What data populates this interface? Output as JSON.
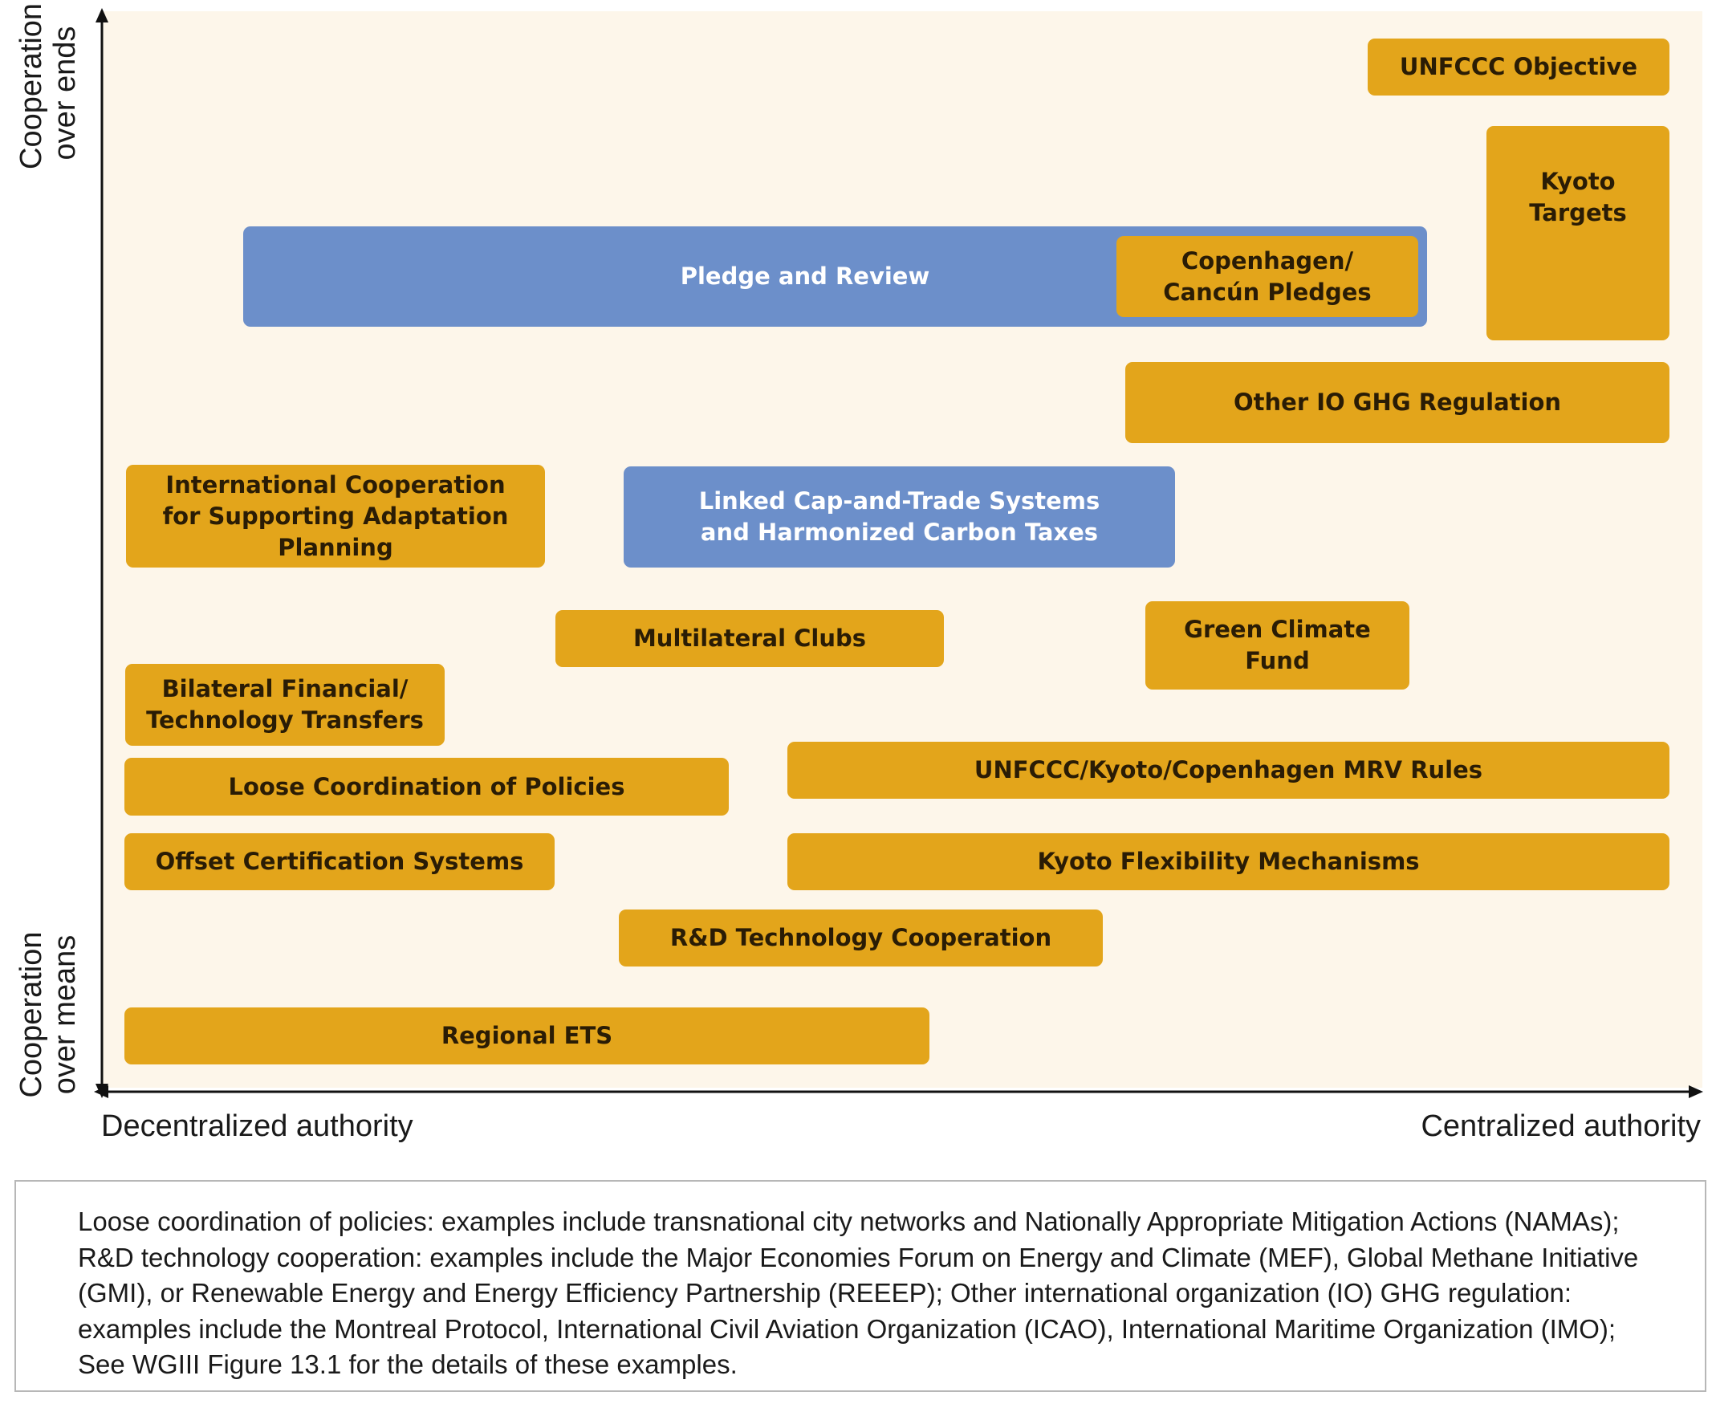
{
  "axes": {
    "y_top_label": "Cooperation\nover ends",
    "y_bottom_label": "Cooperation\nover means",
    "x_left_label": "Decentralized authority",
    "x_right_label": "Centralized authority"
  },
  "boxes": {
    "unfccc_objective": "UNFCCC Objective",
    "kyoto_targets": "Kyoto\nTargets",
    "pledge_review": "Pledge and Review",
    "copenhagen_pledges": "Copenhagen/\nCancún Pledges",
    "other_io": "Other IO GHG Regulation",
    "intl_coop": "International Cooperation\nfor Supporting Adaptation Planning",
    "linked_cap": "Linked Cap-and-Trade Systems\nand Harmonized Carbon Taxes",
    "multilateral_clubs": "Multilateral Clubs",
    "green_climate": "Green Climate\nFund",
    "bilateral": "Bilateral Financial/\nTechnology Transfers",
    "loose_coordination": "Loose Coordination of Policies",
    "mrv_rules": "UNFCCC/Kyoto/Copenhagen MRV Rules",
    "offset_cert": "Offset Certification Systems",
    "kyoto_flex": "Kyoto Flexibility Mechanisms",
    "rd_tech": "R&D Technology Cooperation",
    "regional_ets": "Regional ETS"
  },
  "colors": {
    "gold_box": "#e3a51b",
    "blue_box": "#6c8fca",
    "plot_background": "#fdf6ea"
  },
  "note": "Loose coordination of policies: examples include transnational city networks and Nationally Appropriate Mitigation Actions (NAMAs); R&D technology cooperation: examples include the Major Economies Forum on Energy and Climate (MEF), Global Methane Initiative (GMI), or Renewable Energy and Energy Efficiency Partnership (REEEP); Other international organization (IO) GHG regulation: examples include the Montreal Protocol, International Civil Aviation Organization (ICAO), International Maritime Organization (IMO); See WGIII Figure 13.1 for the details of these examples."
}
